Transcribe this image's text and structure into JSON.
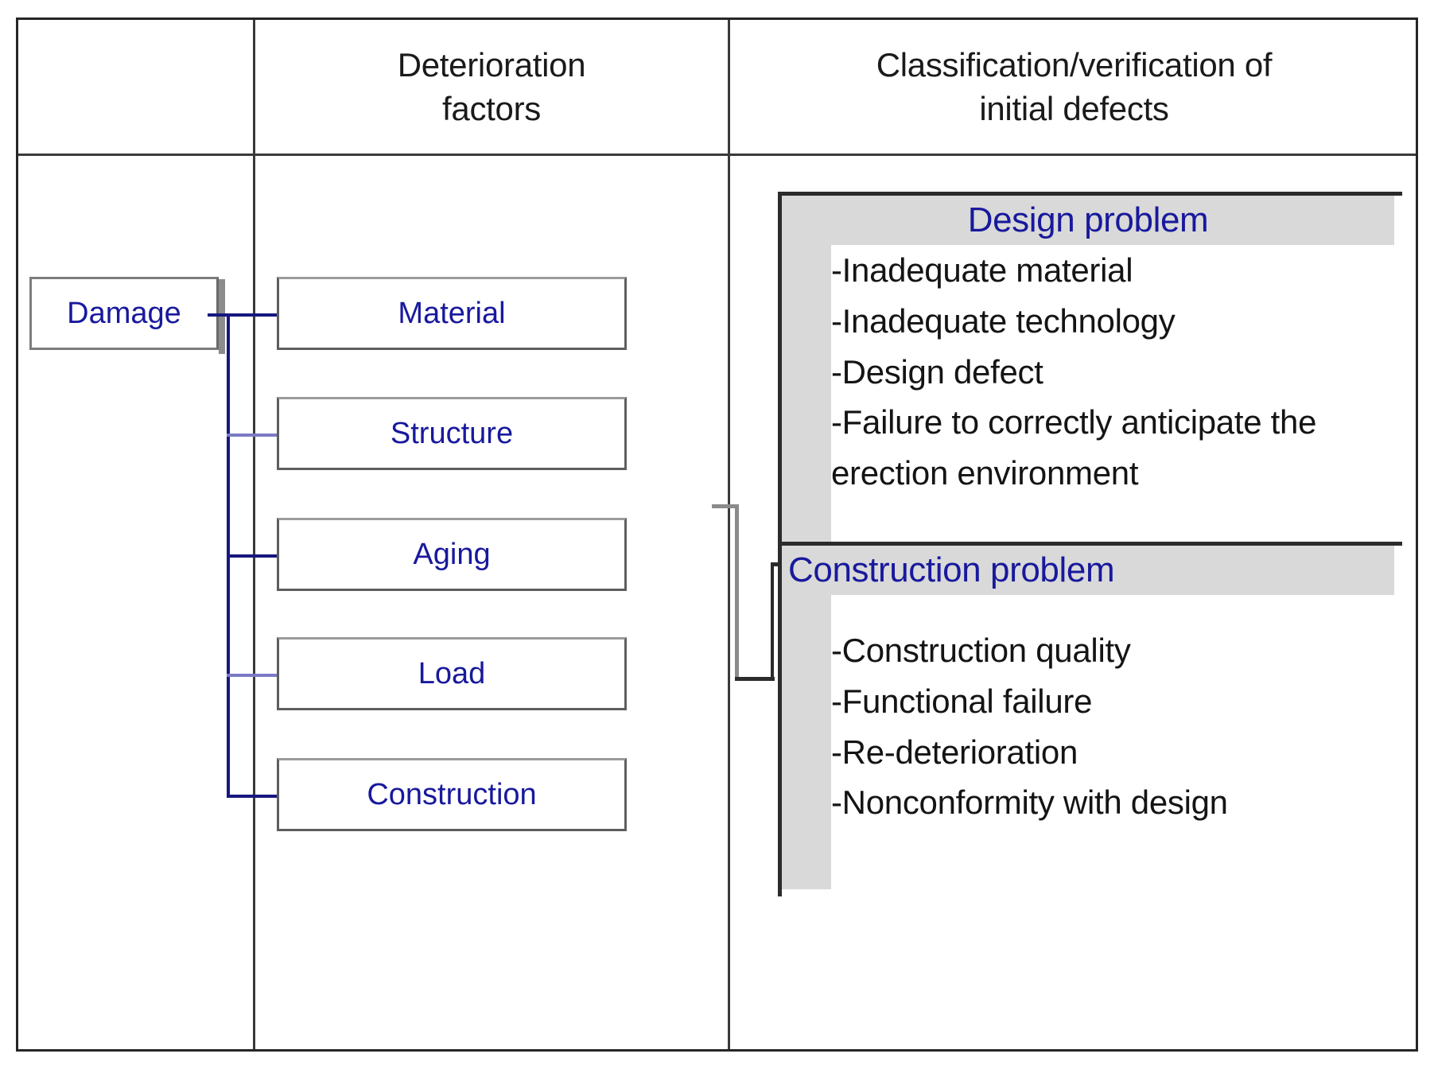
{
  "table": {
    "headers": {
      "col1": "",
      "col2": "Deterioration\nfactors",
      "col3": "Classification/verification of\ninitial defects"
    }
  },
  "root_node": {
    "label": "Damage"
  },
  "deterioration_factors": [
    {
      "label": "Material"
    },
    {
      "label": "Structure"
    },
    {
      "label": "Aging"
    },
    {
      "label": "Load"
    },
    {
      "label": "Construction"
    }
  ],
  "defect_groups": [
    {
      "title": "Design problem",
      "title_align": "centered",
      "items": [
        "-Inadequate material",
        "-Inadequate technology",
        "-Design defect",
        "-Failure to correctly anticipate the erection environment"
      ]
    },
    {
      "title": "Construction problem",
      "title_align": "left",
      "items": [
        "-Construction quality",
        "-Functional failure",
        "-Re-deterioration",
        "-Nonconformity with design"
      ]
    }
  ],
  "colors": {
    "node_text": "#18199c",
    "header_text": "#1a1a1a",
    "body_text": "#141414",
    "connector_navy": "#17177f",
    "connector_gray": "#8a8a8a",
    "panel_band": "#d9d9d9",
    "table_border": "#262626",
    "box_border": "#5e5e5e"
  }
}
